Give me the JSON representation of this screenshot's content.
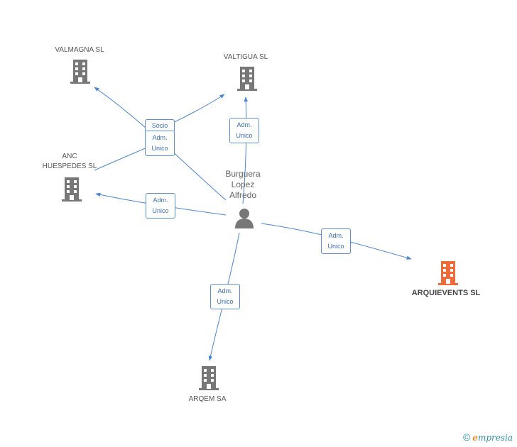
{
  "colors": {
    "edge": "#4a86d4",
    "building": "#777777",
    "building_main": "#f06a3a",
    "person": "#777777",
    "role_border": "#5b8fd6",
    "role_text": "#3a6fb8"
  },
  "person": {
    "name_lines": [
      "Burguera",
      "Lopez",
      "Alfredo"
    ],
    "icon": "person-icon"
  },
  "companies": {
    "valmagna": {
      "name": "VALMAGNA SL",
      "icon": "building-icon"
    },
    "valtigua": {
      "name": "VALTIGUA SL",
      "icon": "building-icon"
    },
    "anc": {
      "name_lines": [
        "ANC",
        "HUESPEDES SL"
      ],
      "icon": "building-icon"
    },
    "arquievents": {
      "name": "ARQUIEVENTS SL",
      "icon": "building-icon"
    },
    "arqem": {
      "name": "ARQEM SA",
      "icon": "building-icon"
    }
  },
  "roles": {
    "valmagna_socio": {
      "lines": [
        "Socio"
      ]
    },
    "valmagna_adm": {
      "lines": [
        "Adm.",
        "Unico"
      ]
    },
    "valtigua": {
      "lines": [
        "Adm.",
        "Unico"
      ]
    },
    "anc": {
      "lines": [
        "Adm.",
        "Unico"
      ]
    },
    "arquievents": {
      "lines": [
        "Adm.",
        "Unico"
      ]
    },
    "arqem": {
      "lines": [
        "Adm.",
        "Unico"
      ]
    }
  },
  "brand": {
    "copyright": "©",
    "e": "e",
    "rest": "mpresia"
  }
}
